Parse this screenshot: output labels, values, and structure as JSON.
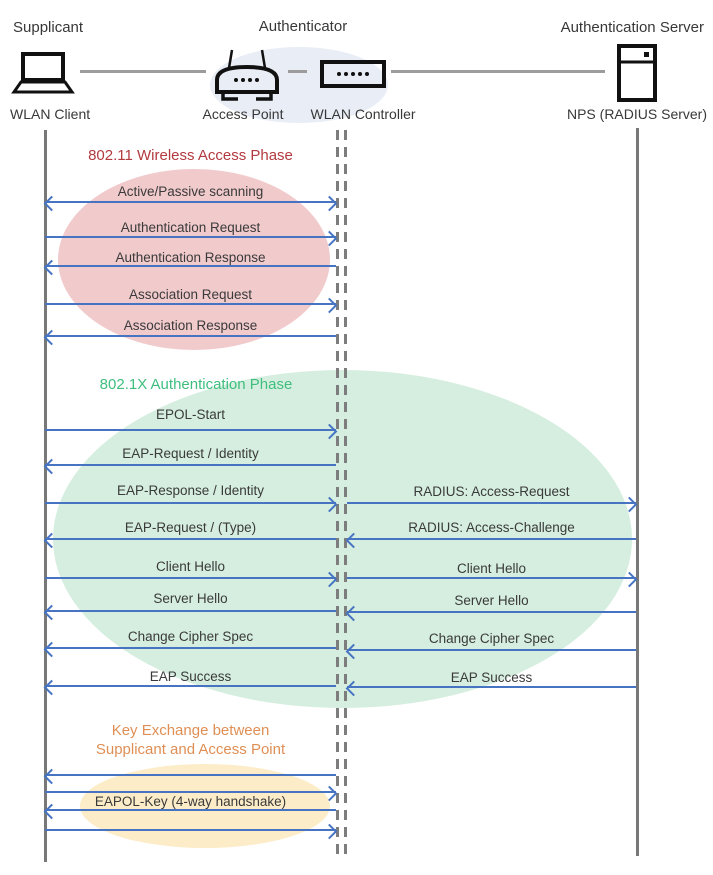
{
  "roles": [
    {
      "label": "Supplicant"
    },
    {
      "label": "Authenticator"
    },
    {
      "label": "Authentication Server"
    }
  ],
  "devices": [
    {
      "label": "WLAN Client",
      "icon": "laptop-icon"
    },
    {
      "label": "Access Point",
      "icon": "wireless-router-icon"
    },
    {
      "label": "WLAN Controller",
      "icon": "controller-box-icon"
    },
    {
      "label": "NPS (RADIUS Server)",
      "icon": "server-tower-icon"
    }
  ],
  "colors": {
    "arrow": "#4674c2",
    "lifeline": "#787878",
    "phase1_title": "#b23a40",
    "phase1_ellipse": "#f1cacc",
    "phase2_title": "#3fbe7e",
    "phase2_ellipse": "#d5eedf",
    "phase3_title": "#df8f55",
    "phase3_ellipse": "#fcedc8",
    "authenticator_ellipse": "#e9edf6"
  },
  "phases": [
    {
      "title": "802.11 Wireless Access Phase",
      "messages": [
        {
          "label": "Active/Passive scanning",
          "from": "WLAN Client",
          "to": "WLAN Controller",
          "direction": "both"
        },
        {
          "label": "Authentication Request",
          "from": "WLAN Client",
          "to": "WLAN Controller",
          "direction": "right"
        },
        {
          "label": "Authentication Response",
          "from": "WLAN Controller",
          "to": "WLAN Client",
          "direction": "left"
        },
        {
          "label": "Association Request",
          "from": "WLAN Client",
          "to": "WLAN Controller",
          "direction": "right"
        },
        {
          "label": "Association Response",
          "from": "WLAN Controller",
          "to": "WLAN Client",
          "direction": "left"
        }
      ]
    },
    {
      "title": "802.1X Authentication Phase",
      "left_messages": [
        {
          "label": "EPOL-Start",
          "from": "WLAN Client",
          "to": "WLAN Controller",
          "direction": "right"
        },
        {
          "label": "EAP-Request / Identity",
          "from": "WLAN Controller",
          "to": "WLAN Client",
          "direction": "left"
        },
        {
          "label": "EAP-Response / Identity",
          "from": "WLAN Client",
          "to": "WLAN Controller",
          "direction": "right"
        },
        {
          "label": "EAP-Request / (Type)",
          "from": "WLAN Controller",
          "to": "WLAN Client",
          "direction": "left"
        },
        {
          "label": "Client Hello",
          "from": "WLAN Client",
          "to": "WLAN Controller",
          "direction": "right"
        },
        {
          "label": "Server Hello",
          "from": "WLAN Controller",
          "to": "WLAN Client",
          "direction": "left"
        },
        {
          "label": "Change Cipher Spec",
          "from": "WLAN Controller",
          "to": "WLAN Client",
          "direction": "left"
        },
        {
          "label": "EAP Success",
          "from": "WLAN Controller",
          "to": "WLAN Client",
          "direction": "left"
        }
      ],
      "right_messages": [
        {
          "label": "RADIUS: Access-Request",
          "from": "WLAN Controller",
          "to": "NPS (RADIUS Server)",
          "direction": "right"
        },
        {
          "label": "RADIUS: Access-Challenge",
          "from": "NPS (RADIUS Server)",
          "to": "WLAN Controller",
          "direction": "left"
        },
        {
          "label": "Client Hello",
          "from": "WLAN Controller",
          "to": "NPS (RADIUS Server)",
          "direction": "right"
        },
        {
          "label": "Server Hello",
          "from": "NPS (RADIUS Server)",
          "to": "WLAN Controller",
          "direction": "left"
        },
        {
          "label": "Change Cipher Spec",
          "from": "NPS (RADIUS Server)",
          "to": "WLAN Controller",
          "direction": "left"
        },
        {
          "label": "EAP Success",
          "from": "NPS (RADIUS Server)",
          "to": "WLAN Controller",
          "direction": "left"
        }
      ]
    },
    {
      "title_line1": "Key Exchange between",
      "title_line2": "Supplicant and Access Point",
      "messages": [
        {
          "label": "",
          "from": "WLAN Controller",
          "to": "WLAN Client",
          "direction": "left"
        },
        {
          "label": "",
          "from": "WLAN Client",
          "to": "WLAN Controller",
          "direction": "right"
        },
        {
          "label": "EAPOL-Key (4-way handshake)",
          "from": "WLAN Controller",
          "to": "WLAN Client",
          "direction": "left"
        },
        {
          "label": "",
          "from": "WLAN Client",
          "to": "WLAN Controller",
          "direction": "right"
        }
      ]
    }
  ]
}
